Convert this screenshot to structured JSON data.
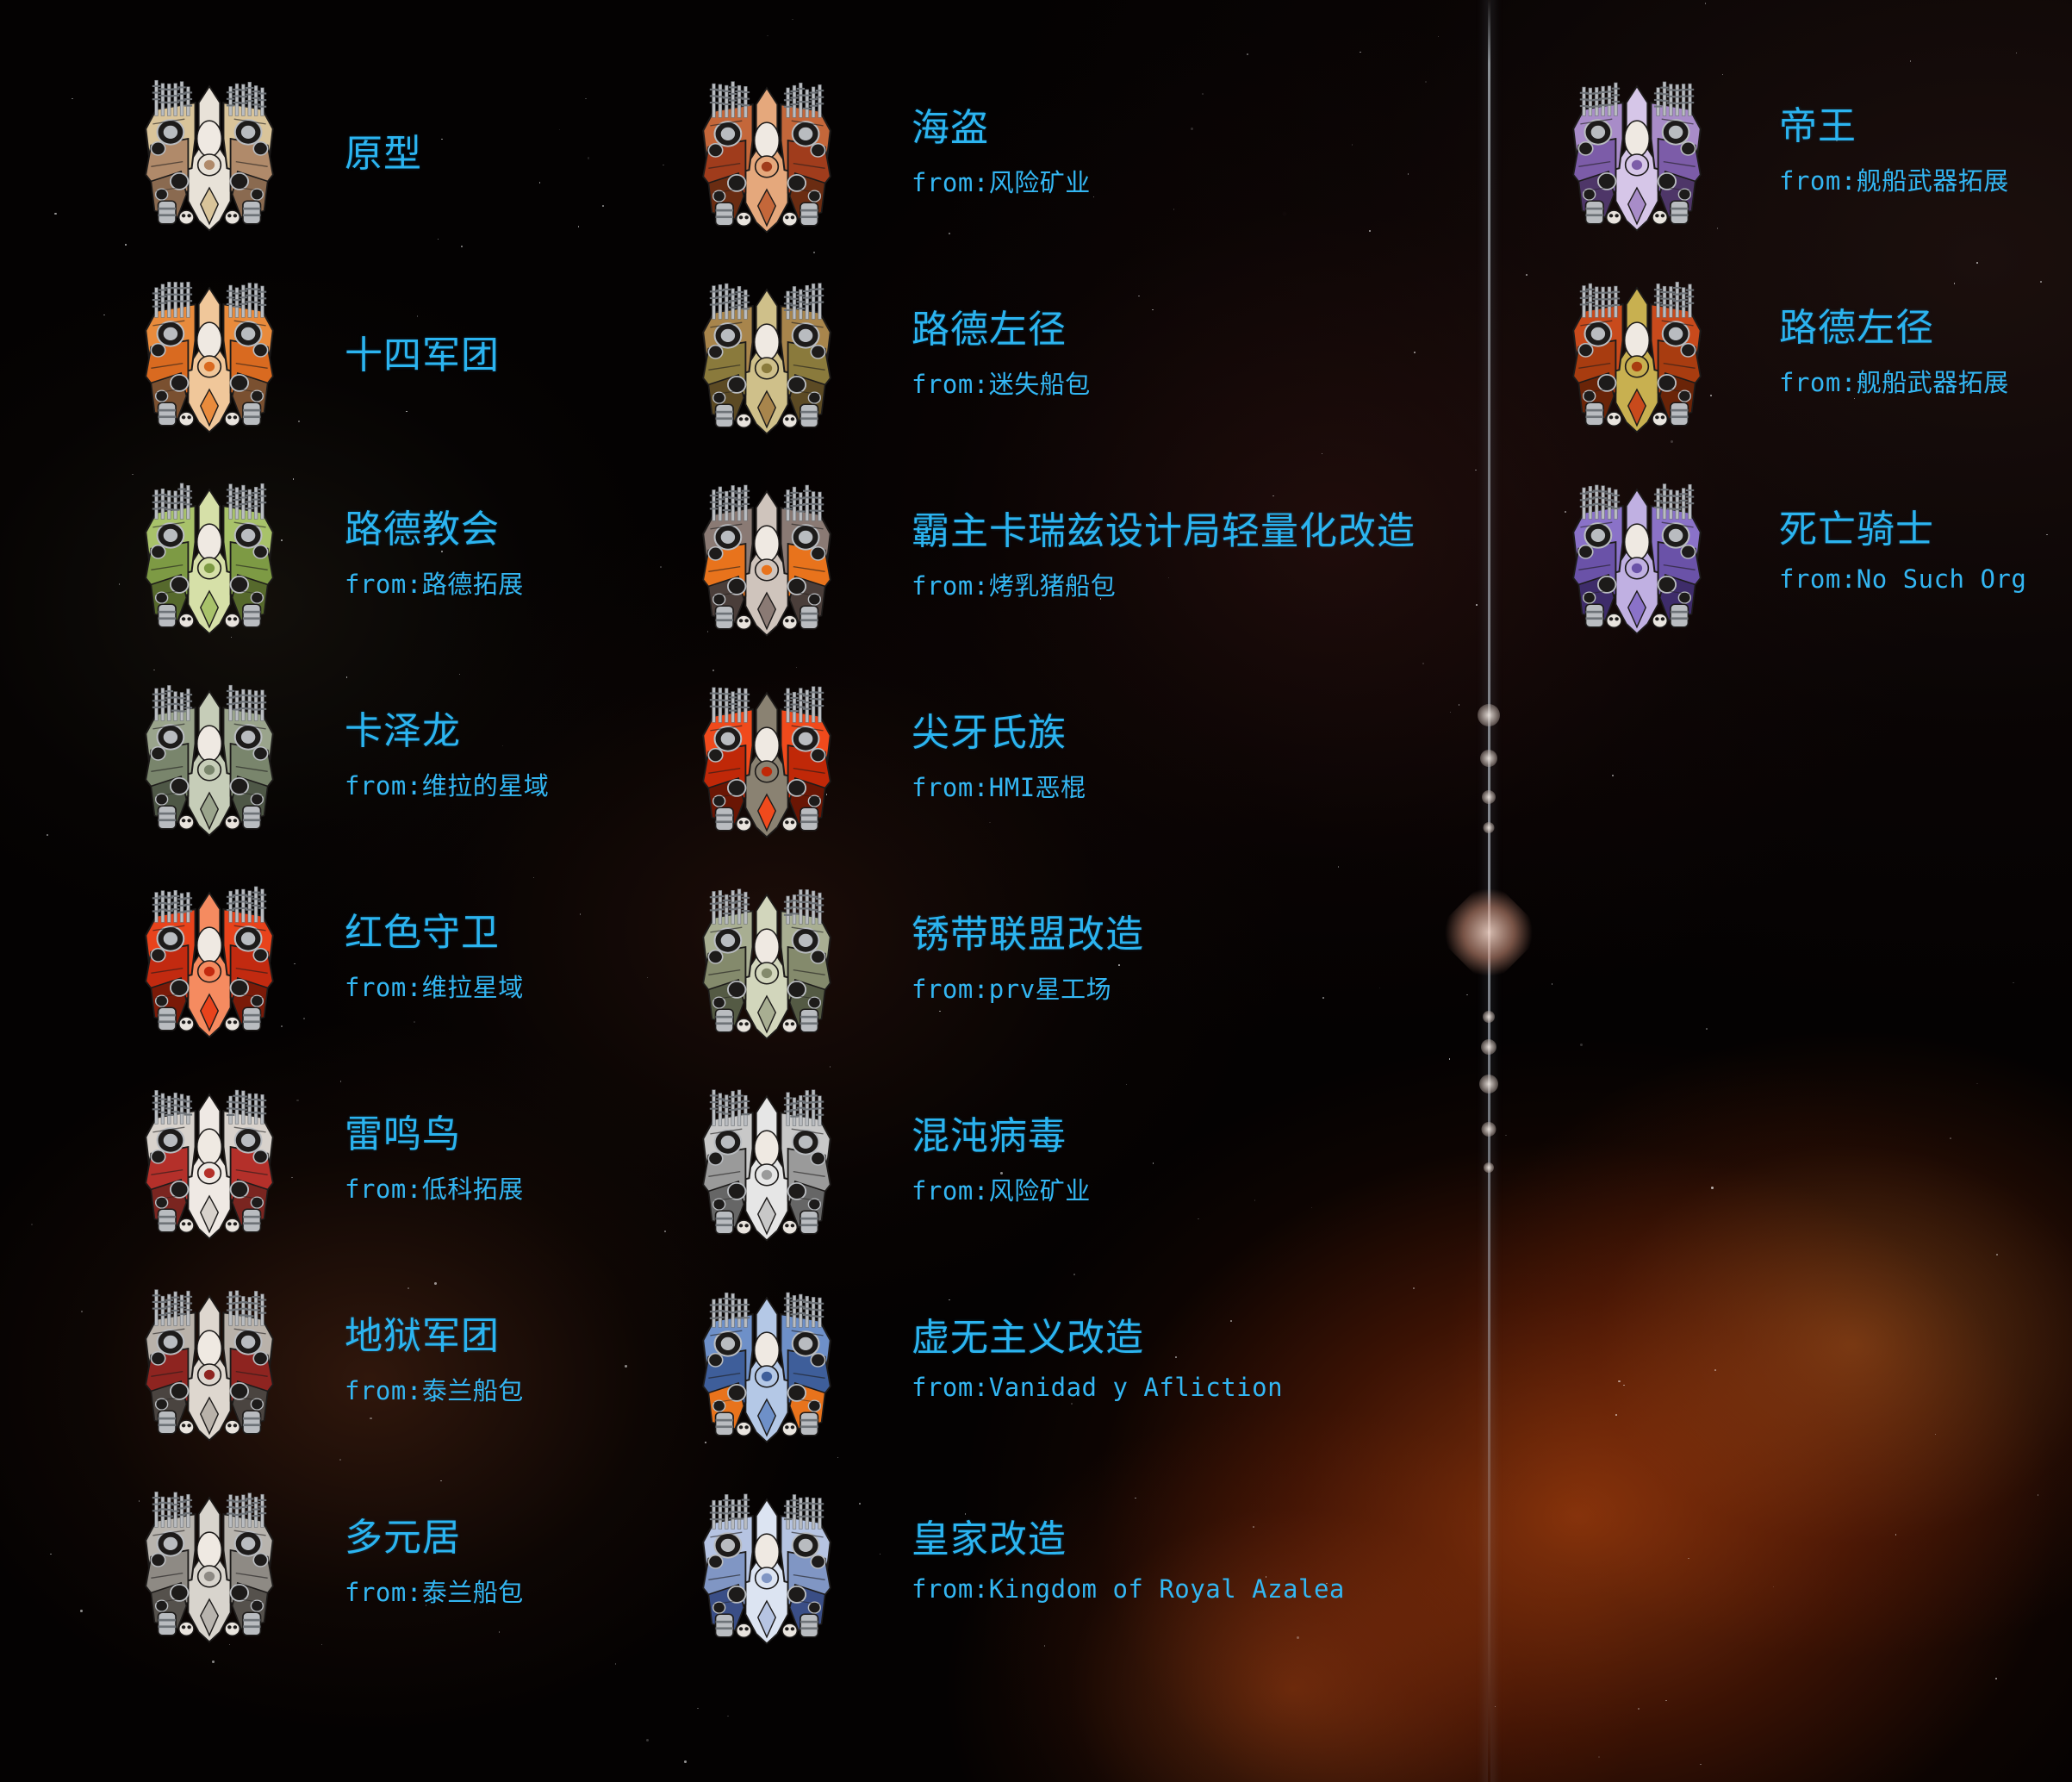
{
  "scene": {
    "background_kind": "space-nebula",
    "accent_color": "#2bb4f0",
    "nebula_colors": [
      "#ff6014",
      "#c83c0a",
      "#5a1905",
      "#1a0d0a"
    ],
    "beam_color": "#d6e2eb"
  },
  "columns": [
    {
      "id": "column-left",
      "entries": [
        {
          "name": "原型",
          "from": "",
          "ship_palette": [
            "#d9c49a",
            "#b08a6a",
            "#e8e2d8",
            "#8a6a50"
          ]
        },
        {
          "name": "十四军团",
          "from": "",
          "ship_palette": [
            "#e98b3c",
            "#d96a20",
            "#f0c79a",
            "#7a5030"
          ]
        },
        {
          "name": "路德教会",
          "from": "from:路德拓展",
          "ship_palette": [
            "#a8c26a",
            "#7d9a44",
            "#d6e0a8",
            "#56692c"
          ]
        },
        {
          "name": "卡泽龙",
          "from": "from:维拉的星域",
          "ship_palette": [
            "#9aa48c",
            "#79856c",
            "#c6cdb8",
            "#4e5746"
          ]
        },
        {
          "name": "红色守卫",
          "from": "from:维拉星域",
          "ship_palette": [
            "#e8431c",
            "#c22a10",
            "#f58b60",
            "#7a1a08"
          ]
        },
        {
          "name": "雷鸣鸟",
          "from": "from:低科拓展",
          "ship_palette": [
            "#d8d2cc",
            "#b4302a",
            "#efe9e4",
            "#7a2520"
          ]
        },
        {
          "name": "地狱军团",
          "from": "from:泰兰船包",
          "ship_palette": [
            "#b9b2aa",
            "#8e2420",
            "#ded7cf",
            "#4a4440"
          ]
        },
        {
          "name": "多元居",
          "from": "from:泰兰船包",
          "ship_palette": [
            "#b8b4ae",
            "#8e8a84",
            "#d8d4cd",
            "#55514c"
          ]
        }
      ]
    },
    {
      "id": "column-middle",
      "entries": [
        {
          "name": "海盗",
          "from": "from:风险矿业",
          "ship_palette": [
            "#c4673a",
            "#a03c1c",
            "#e5a87c",
            "#6a2c12"
          ]
        },
        {
          "name": "路德左径",
          "from": "from:迷失船包",
          "ship_palette": [
            "#a8854c",
            "#8a7a3c",
            "#cfc08a",
            "#5c4a24"
          ]
        },
        {
          "name": "霸主卡瑞兹设计局轻量化改造",
          "from": "from:烤乳猪船包",
          "ship_palette": [
            "#8a7a74",
            "#e8731c",
            "#cfc4bc",
            "#4a3e3a"
          ]
        },
        {
          "name": "尖牙氏族",
          "from": "from:HMI恶棍",
          "ship_palette": [
            "#f04a1c",
            "#c02808",
            "#8a8272",
            "#6a1604"
          ]
        },
        {
          "name": "锈带联盟改造",
          "from": "from:prv星工场",
          "ship_palette": [
            "#a8ae92",
            "#848a6c",
            "#d2d6bc",
            "#545a44"
          ]
        },
        {
          "name": "混沌病毒",
          "from": "from:风险矿业",
          "ship_palette": [
            "#c8c8c8",
            "#9a9a9a",
            "#e6e6e6",
            "#666666"
          ]
        },
        {
          "name": "虚无主义改造",
          "from": "from:Vanidad y Afliction",
          "ship_palette": [
            "#6e90c8",
            "#3e5e9a",
            "#b4c8e6",
            "#e8731c"
          ]
        },
        {
          "name": "皇家改造",
          "from": "from:Kingdom of Royal Azalea",
          "ship_palette": [
            "#b6c4e2",
            "#8096c4",
            "#dce4f2",
            "#3a4e86"
          ]
        }
      ]
    },
    {
      "id": "column-right",
      "entries": [
        {
          "name": "帝王",
          "from": "from:舰船武器拓展",
          "ship_palette": [
            "#a88cc8",
            "#7c5ca8",
            "#d6c6e8",
            "#4e3668"
          ]
        },
        {
          "name": "路德左径",
          "from": "from:舰船武器拓展",
          "ship_palette": [
            "#c84a1c",
            "#a83c10",
            "#c8b050",
            "#6a2408"
          ]
        },
        {
          "name": "死亡骑士",
          "from": "from:No Such Org",
          "ship_palette": [
            "#8a72c8",
            "#6a52a8",
            "#c0b0e2",
            "#3e2c6a"
          ]
        }
      ]
    }
  ]
}
